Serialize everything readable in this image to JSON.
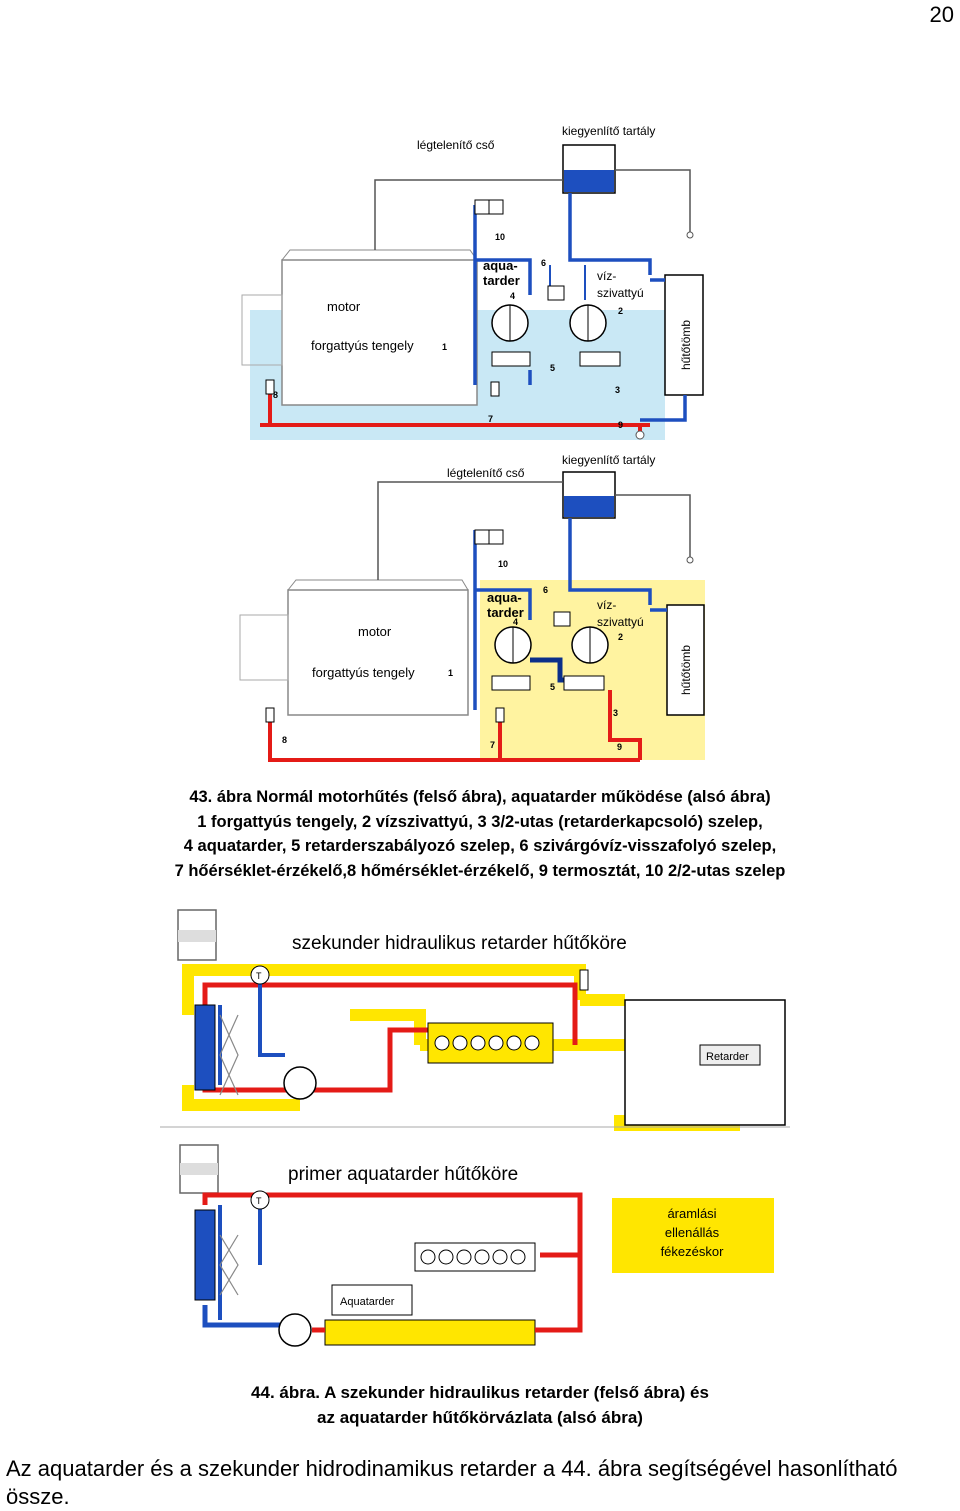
{
  "page": {
    "number": "20"
  },
  "figure43": {
    "top": {
      "legtelenito": "légtelenítő cső",
      "kiegyenlito": "kiegyenlítő tartály",
      "motor": "motor",
      "forgattyus": "forgattyús tengely",
      "aqua1": "aqua-",
      "aqua2": "tarder",
      "viz1": "víz-",
      "viz2": "szivattyú",
      "hutotomb": "hűtőtömb",
      "n1": "1",
      "n2": "2",
      "n3": "3",
      "n4": "4",
      "n5": "5",
      "n6": "6",
      "n7": "7",
      "n8": "8",
      "n9": "9",
      "n10": "10"
    },
    "bottom": {
      "legtelenito": "légtelenítő cső",
      "kiegyenlito": "kiegyenlítő tartály",
      "motor": "motor",
      "forgattyus": "forgattyús tengely",
      "aqua1": "aqua-",
      "aqua2": "tarder",
      "viz1": "víz-",
      "viz2": "szivattyú",
      "hutotomb": "hűtőtömb",
      "n1": "1",
      "n2": "2",
      "n3": "3",
      "n4": "4",
      "n5": "5",
      "n6": "6",
      "n7": "7",
      "n8": "8",
      "n9": "9",
      "n10": "10"
    },
    "caption": [
      "43. ábra Normál motorhűtés (felső ábra), aquatarder működése (alsó ábra)",
      "1 forgattyús tengely, 2 vízszivattyú, 3 3/2-utas (retarderkapcsoló) szelep,",
      "4 aquatarder, 5 retarderszabályozó szelep, 6 szivárgóvíz-visszafolyó szelep,",
      "7 hőérséklet-érzékelő,8 hőmérséklet-érzékelő, 9 termosztát, 10 2/2-utas szelep"
    ]
  },
  "figure44": {
    "top_title": "szekunder hidraulikus retarder hűtőköre",
    "retarder": "Retarder",
    "bottom_title": "primer aquatarder hűtőköre",
    "aquatarder": "Aquatarder",
    "box": [
      "áramlási",
      "ellenállás",
      "fékezéskor"
    ],
    "t": "T",
    "caption": [
      "44. ábra. A szekunder hidraulikus retarder (felső ábra) és",
      "az aquatarder hűtőkörvázlata (alsó ábra)"
    ]
  },
  "body_text": "Az aquatarder és a szekunder hidrodinamikus retarder a 44. ábra segítségével hasonlítható össze.",
  "colors": {
    "red": "#e41b17",
    "blue": "#1d4fbf",
    "yellow": "#ffe600",
    "lightblue": "#bfe4f5",
    "paleyellow": "#fff3a0"
  }
}
